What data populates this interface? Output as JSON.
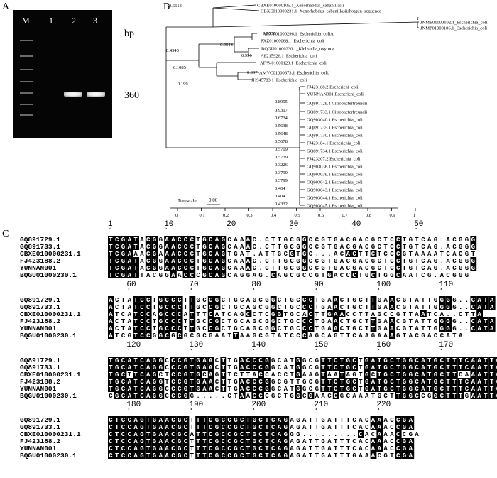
{
  "panel_labels": {
    "a": "A",
    "b": "B",
    "c": "C"
  },
  "gel": {
    "lanes": [
      "M",
      "1",
      "2",
      "3"
    ],
    "unit": "bp",
    "band_size": "360"
  },
  "tree": {
    "scale_label": "Treescale",
    "scale_value": "0.06",
    "axis_ticks": [
      "0",
      "0.1",
      "0.2",
      "0.3",
      "0.4",
      "0.5",
      "0.6",
      "0.7",
      "0.8",
      "0.9",
      "1"
    ],
    "support_values": [
      "0.6613",
      "1",
      "0.9839",
      "0.9648",
      "0.4543",
      "0.996",
      "0.1085",
      "0.997",
      "0.199",
      "1",
      "0.8995",
      "0.9317",
      "0.6734",
      "0.5638",
      "0.5648",
      "0.5678",
      "0.5709",
      "0.5739",
      "0.3226",
      "0.3799",
      "0.3799",
      "0.404",
      "0.404",
      "0.4332"
    ],
    "taxa": [
      "CBXE010000105.1_Xenorhabdus_cabanillasii",
      "CBXE010000231.1_Xenorhabdus_cabanillasiishotgun_sequence",
      "JNME01000102.1_Escherichia_coli",
      "JNMP01000106.1_Escherichia_coli",
      "APXY01000296.1_Escherichia_coliA",
      "PXZ01000068.1_Escherichia_coli",
      "BQGU01000230.1_Klebsiella_oxytoca",
      "AF215926.1_Escherichia_coli",
      "AFAV01000123.1_Escherichia_coli",
      "AMVC01000673.1_Escherichia_coliJ",
      "JH945783.1_Escherichia_coli",
      "FJ423188.2 Escherichi_coli",
      "YUNNAN001 Escherichi_coli",
      "GQ891729.1 Citrobacterfreundii",
      "GQ891733.1 Citrobacterfreundii",
      "GQ903040.1 Escherichia_coli",
      "GQ891735.1 Escherichia_coli",
      "GQ891730.1 Escherichia_coli",
      "FJ423184.1 Escherichia_coli",
      "GQ891734.1 Escherichia_coli",
      "FJ423207.2 Escherichia_coli",
      "GQ903038.1 Escherichia_coli",
      "GQ903039.1 Escherichia_coli",
      "GQ903042.1 Escherichia_coli",
      "GQ903043.1 Escherichia_coli",
      "GQ903044.1 Escherichia_coli",
      "GQ903045.1 Escherichia_coli"
    ]
  },
  "alignment": {
    "names": [
      "GQ891729.1",
      "GQ891733.1",
      "CBXE010000231.1",
      "FJ423188.2",
      "YUNNAN001",
      "BQGU01000230.1"
    ],
    "blocks": [
      {
        "ruler": [
          {
            "n": "1",
            "col": 0
          },
          {
            "n": "10",
            "col": 9
          },
          {
            "n": "20",
            "col": 19
          },
          {
            "n": "30",
            "col": 29
          },
          {
            "n": "40",
            "col": 39
          },
          {
            "n": "50",
            "col": 49
          }
        ],
        "rows": [
          "TCGATACGGAACCCTGCAGCAAAC.CTTGCGGCCGTGACGACGCTCCTGTCAG.ACGGG",
          "TCGATACGGAACCCTGCAGCAAAC.CTTGCGGCCGTGACGACGCTCCTGTCAG.ACGGG",
          "TCGAAACGAAACCCTGCAGTGAT.ATTGCGTGC...ACACTTCTCCCGTAAAATCACGT",
          "TCGATACGGAACCCTGCAGCAAAC.CTTGCGGCCGTGACGACGCTCCTGTCAG.ACGGG",
          "TCGATACGGAACCCTGCAGCAAAC.CTTGCGGCCGTGACGACGCTCCTGTCAG.ACGGG",
          "TCGATTACGGAACCCGCAGCAGGAG.CAGCGCCGTGACCCTGCTGGCAATCG.ACGGG"
        ],
        "consensus": "TCGAT CG AACCC GCAG   A   C  GCGG CGTGAC AC  TCC GTC G  ACGGG"
      },
      {
        "ruler": [
          {
            "n": "60",
            "col": 3
          },
          {
            "n": "70",
            "col": 13
          },
          {
            "n": "80",
            "col": 23
          },
          {
            "n": "90",
            "col": 33
          },
          {
            "n": "100",
            "col": 43
          },
          {
            "n": "110",
            "col": 53
          }
        ],
        "rows": [
          "ACTATCCTGCCCTTGCCGCTGCAGCGGCTGCCCTGAACTGCTTGAACGTATTGGGG..CATA",
          "ACTATCCTGCCCTTGCCGCTGCAGCGGCTGCCCTGAACTGCTTGAACGTATTGGGG..CATA",
          "ATCATCCAGCCCATTTCATCAGCCTCGGTGCACTTGAACCTTAGCCGTTAATCA..CTTA",
          "ACTATCCTGCCCTTGCCGCTGCAGCGGCTGCCCTGAACTGCTTGAACGTATTGGGG..CATA",
          "ACTATCCTGCCCTTGCCGCTGCAGCGGCTGCCCTGAACTGCTTGAACGTATTGGGG..CATA",
          "ATCGTCCGGCGCGCGCGAATTAAGCGTATCCCAGCAGTTCAAGAAAGTACGACCATA"
        ],
        "consensus": "A   TCC GCCC T  CG  T CAG GG  GCCC GAA  GCTTGAACGTA  GG   CATA"
      },
      {
        "ruler": [
          {
            "n": "120",
            "col": 3
          },
          {
            "n": "130",
            "col": 13
          },
          {
            "n": "140",
            "col": 23
          },
          {
            "n": "150",
            "col": 33
          },
          {
            "n": "160",
            "col": 43
          },
          {
            "n": "170",
            "col": 53
          }
        ],
        "rows": [
          "TGCATCAGGCCCGTGAACTTGACCCGGCATGGCGTTCTGCTGATGCTGGCATGCTTTCAATTCC",
          "TGCATCAGGCCCGTGAACTTGACCCGGCATGGCGTTCTGCTGATGCTGGCATGCTTTCAATTCC",
          "TGCTTCAGCTCCGTGCAGTTCTTACCACCTGAAGTAATAGTGCTGCTGGCATGCTTCAAATTCC",
          "TGCATCAGGTCCGTGAACTTGACCCGGCGTTGCGTTCTGCTGATGCTGGCATGCTTTCAATTCC",
          "TGCATCAGGCCCGTGAACTTGACCCGGCATGGCGTTCTGCTGATGCTGGCATGCTTTCAATTCC",
          "CGCATCAGGCCCGG.....CTAACCCGCTGGCGAACCGCAAATGCTTGGCCGGCTTTGAATTCC"
        ],
        "consensus": "TGCATCAGG CCGTGAA T  ACCCG    G G TTCTGC GATGCTGGCATGCTTTCAATTCC"
      },
      {
        "ruler": [
          {
            "n": "180",
            "col": 3
          },
          {
            "n": "190",
            "col": 13
          },
          {
            "n": "200",
            "col": 23
          },
          {
            "n": "210",
            "col": 33
          },
          {
            "n": "220",
            "col": 43
          }
        ],
        "rows": [
          "CTCCAGTGAACGCTTTCGCCGCTGCTCAGAGATTGATTTCACAAACCGA",
          "CTCCAGTGAACGCTTTCGCCGCTGCTCAGAGATTGATTTCACAAACCGA",
          "CTCCAGTGAACGCATTCGCCGCTGCTCAGGG.........CACAAACCGA",
          "CTCCAGTGAACGCTTTCGCCGCTGCTCAGAGATTGATTTCACAAACCGA",
          "CTCCAGTGAACGCTTTCGCCGCTGCTCAGAGATTGATTTCACAAACCGA",
          "CTCCAGTGAACGCTTTCGCCGCTGCTCAGAGATTGATTTGAAACGTCGA"
        ],
        "consensus": "CTCCAGTGAACGC TTCGCCGCTGCTCAG         CAC AAC CGA"
      }
    ]
  }
}
